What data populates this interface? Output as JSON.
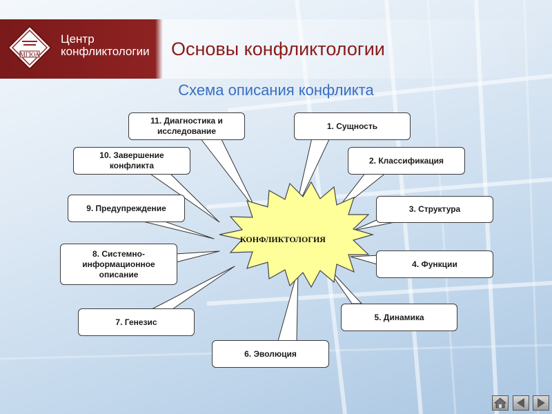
{
  "header": {
    "logo_text_line1": "Центр",
    "logo_text_line2": "конфликтологии",
    "logo_emblem": "МГЮА",
    "title": "Основы конфликтологии"
  },
  "subtitle": "Схема описания конфликта",
  "center_label": "КОНФЛИКТОЛОГИЯ",
  "items": [
    {
      "label": "1. Сущность"
    },
    {
      "label": "2. Классификация"
    },
    {
      "label": "3. Структура"
    },
    {
      "label": "4. Функции"
    },
    {
      "label": "5. Динамика"
    },
    {
      "label": "6. Эволюция"
    },
    {
      "label": "7. Генезис"
    },
    {
      "label": "8. Системно-информационное описание"
    },
    {
      "label": "9. Предупреждение"
    },
    {
      "label": "10. Завершение конфликта"
    },
    {
      "label": "11. Диагностика и исследование"
    }
  ],
  "nav": {
    "home_icon": "home-icon",
    "prev_icon": "triangle-left-icon",
    "next_icon": "triangle-right-icon"
  },
  "colors": {
    "header_red": "#8e2222",
    "title_red": "#8b1a1a",
    "subtitle_blue": "#3a6fc0",
    "star_fill": "#ffff99"
  }
}
